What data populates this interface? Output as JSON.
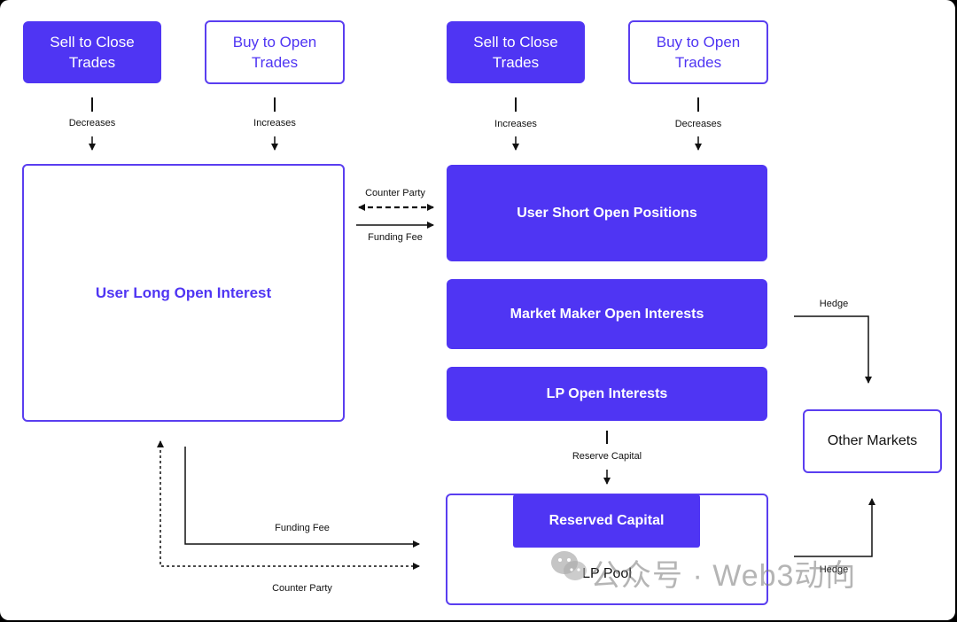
{
  "left_column": {
    "sell_to_close": "Sell to Close Trades",
    "buy_to_open": "Buy to Open Trades",
    "decreases": "Decreases",
    "increases": "Increases",
    "long_open_interest": "User Long Open Interest"
  },
  "right_column": {
    "sell_to_close": "Sell to Close Trades",
    "buy_to_open": "Buy to Open Trades",
    "increases": "Increases",
    "decreases": "Decreases",
    "short_open_positions": "User Short Open Positions",
    "market_maker": "Market Maker Open Interests",
    "lp_open_interests": "LP Open Interests",
    "reserve_capital_label": "Reserve Capital",
    "reserved_capital": "Reserved Capital",
    "lp_pool": "LP Pool"
  },
  "middle": {
    "counter_party": "Counter Party",
    "funding_fee": "Funding Fee"
  },
  "bottom": {
    "funding_fee": "Funding Fee",
    "counter_party": "Counter Party"
  },
  "far_right": {
    "hedge_top": "Hedge",
    "hedge_bottom": "Hedge",
    "other_markets": "Other Markets"
  },
  "watermark": {
    "text": "公众号 · Web3动向"
  },
  "colors": {
    "primary": "#4f35f3",
    "outline": "#5a3ef0",
    "background": "#ffffff"
  }
}
